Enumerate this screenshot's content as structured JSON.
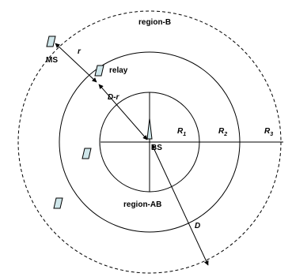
{
  "labels": {
    "region_b": "region-B",
    "region_ab": "region-AB",
    "ms": "MS",
    "relay": "relay",
    "bs": "BS",
    "r": "r",
    "d_minus_r": "D-r",
    "d": "D",
    "r1_base": "R",
    "r1_sub": "1",
    "r2_base": "R",
    "r2_sub": "2",
    "r3_base": "R",
    "r3_sub": "3"
  },
  "colors": {
    "stroke": "#000000",
    "device_fill": "#cfe6ea"
  }
}
